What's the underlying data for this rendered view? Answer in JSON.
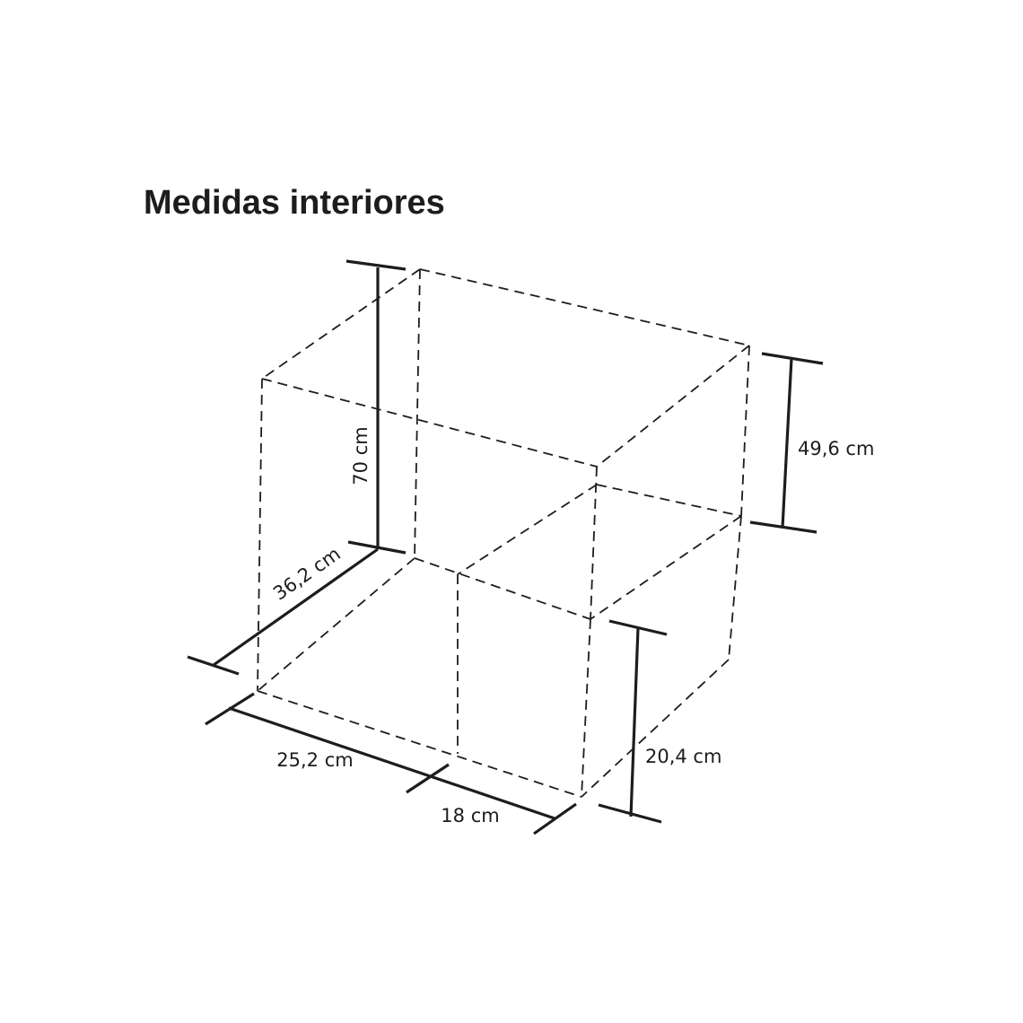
{
  "title": "Medidas interiores",
  "dimensions": {
    "height_total": "70 cm",
    "depth": "36,2 cm",
    "width_left": "25,2 cm",
    "width_right": "18 cm",
    "height_upper_right": "49,6 cm",
    "height_lower_right": "20,4 cm"
  }
}
